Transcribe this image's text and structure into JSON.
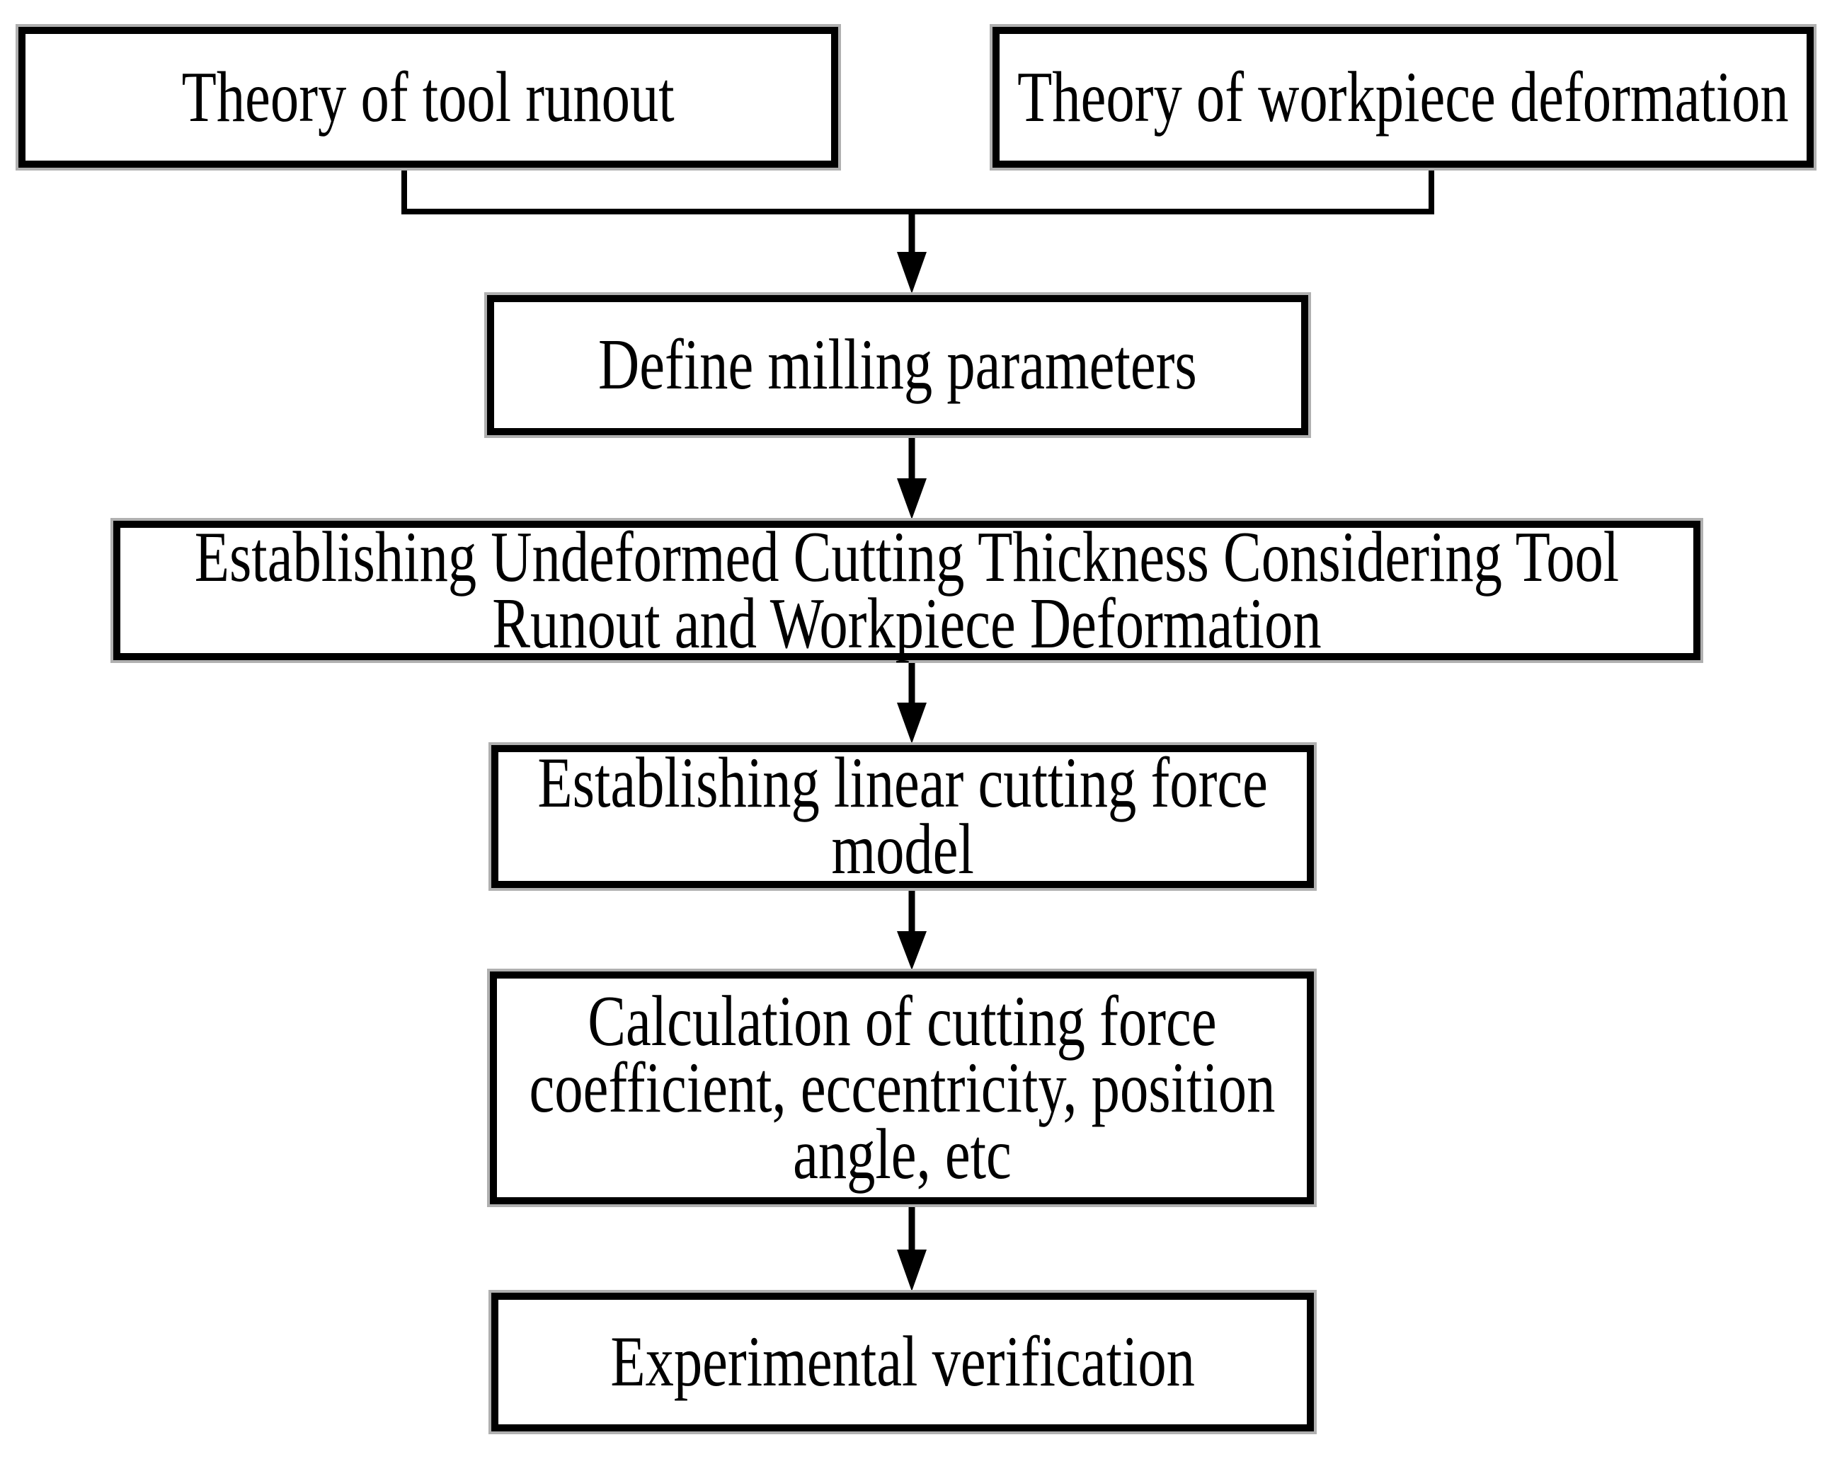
{
  "figure": {
    "type": "flowchart",
    "colors": {
      "background": "#ffffff",
      "box_border": "#000000",
      "box_fill": "#ffffff",
      "text": "#000000",
      "border_halo": "#b0b0b0"
    },
    "nodes": [
      {
        "id": "theory-tool-runout",
        "label": "Theory of tool runout"
      },
      {
        "id": "theory-workpiece-deformation",
        "label": "Theory of workpiece deformation"
      },
      {
        "id": "define-milling-parameters",
        "label": "Define milling parameters"
      },
      {
        "id": "undeformed-cutting-thickness",
        "label": "Establishing Undeformed Cutting Thickness Considering Tool\nRunout and Workpiece Deformation"
      },
      {
        "id": "linear-cutting-force-model",
        "label": "Establishing linear cutting force\nmodel"
      },
      {
        "id": "calculation-coefficients",
        "label": "Calculation of cutting force\ncoefficient, eccentricity, position\nangle, etc"
      },
      {
        "id": "experimental-verification",
        "label": "Experimental verification"
      }
    ],
    "edges": [
      {
        "from": "theory-tool-runout",
        "to": "define-milling-parameters",
        "style": "elbow-merge-arrow"
      },
      {
        "from": "theory-workpiece-deformation",
        "to": "define-milling-parameters",
        "style": "elbow-merge-arrow"
      },
      {
        "from": "define-milling-parameters",
        "to": "undeformed-cutting-thickness",
        "style": "straight-arrow"
      },
      {
        "from": "undeformed-cutting-thickness",
        "to": "linear-cutting-force-model",
        "style": "straight-arrow"
      },
      {
        "from": "linear-cutting-force-model",
        "to": "calculation-coefficients",
        "style": "straight-arrow"
      },
      {
        "from": "calculation-coefficients",
        "to": "experimental-verification",
        "style": "straight-arrow"
      }
    ]
  }
}
